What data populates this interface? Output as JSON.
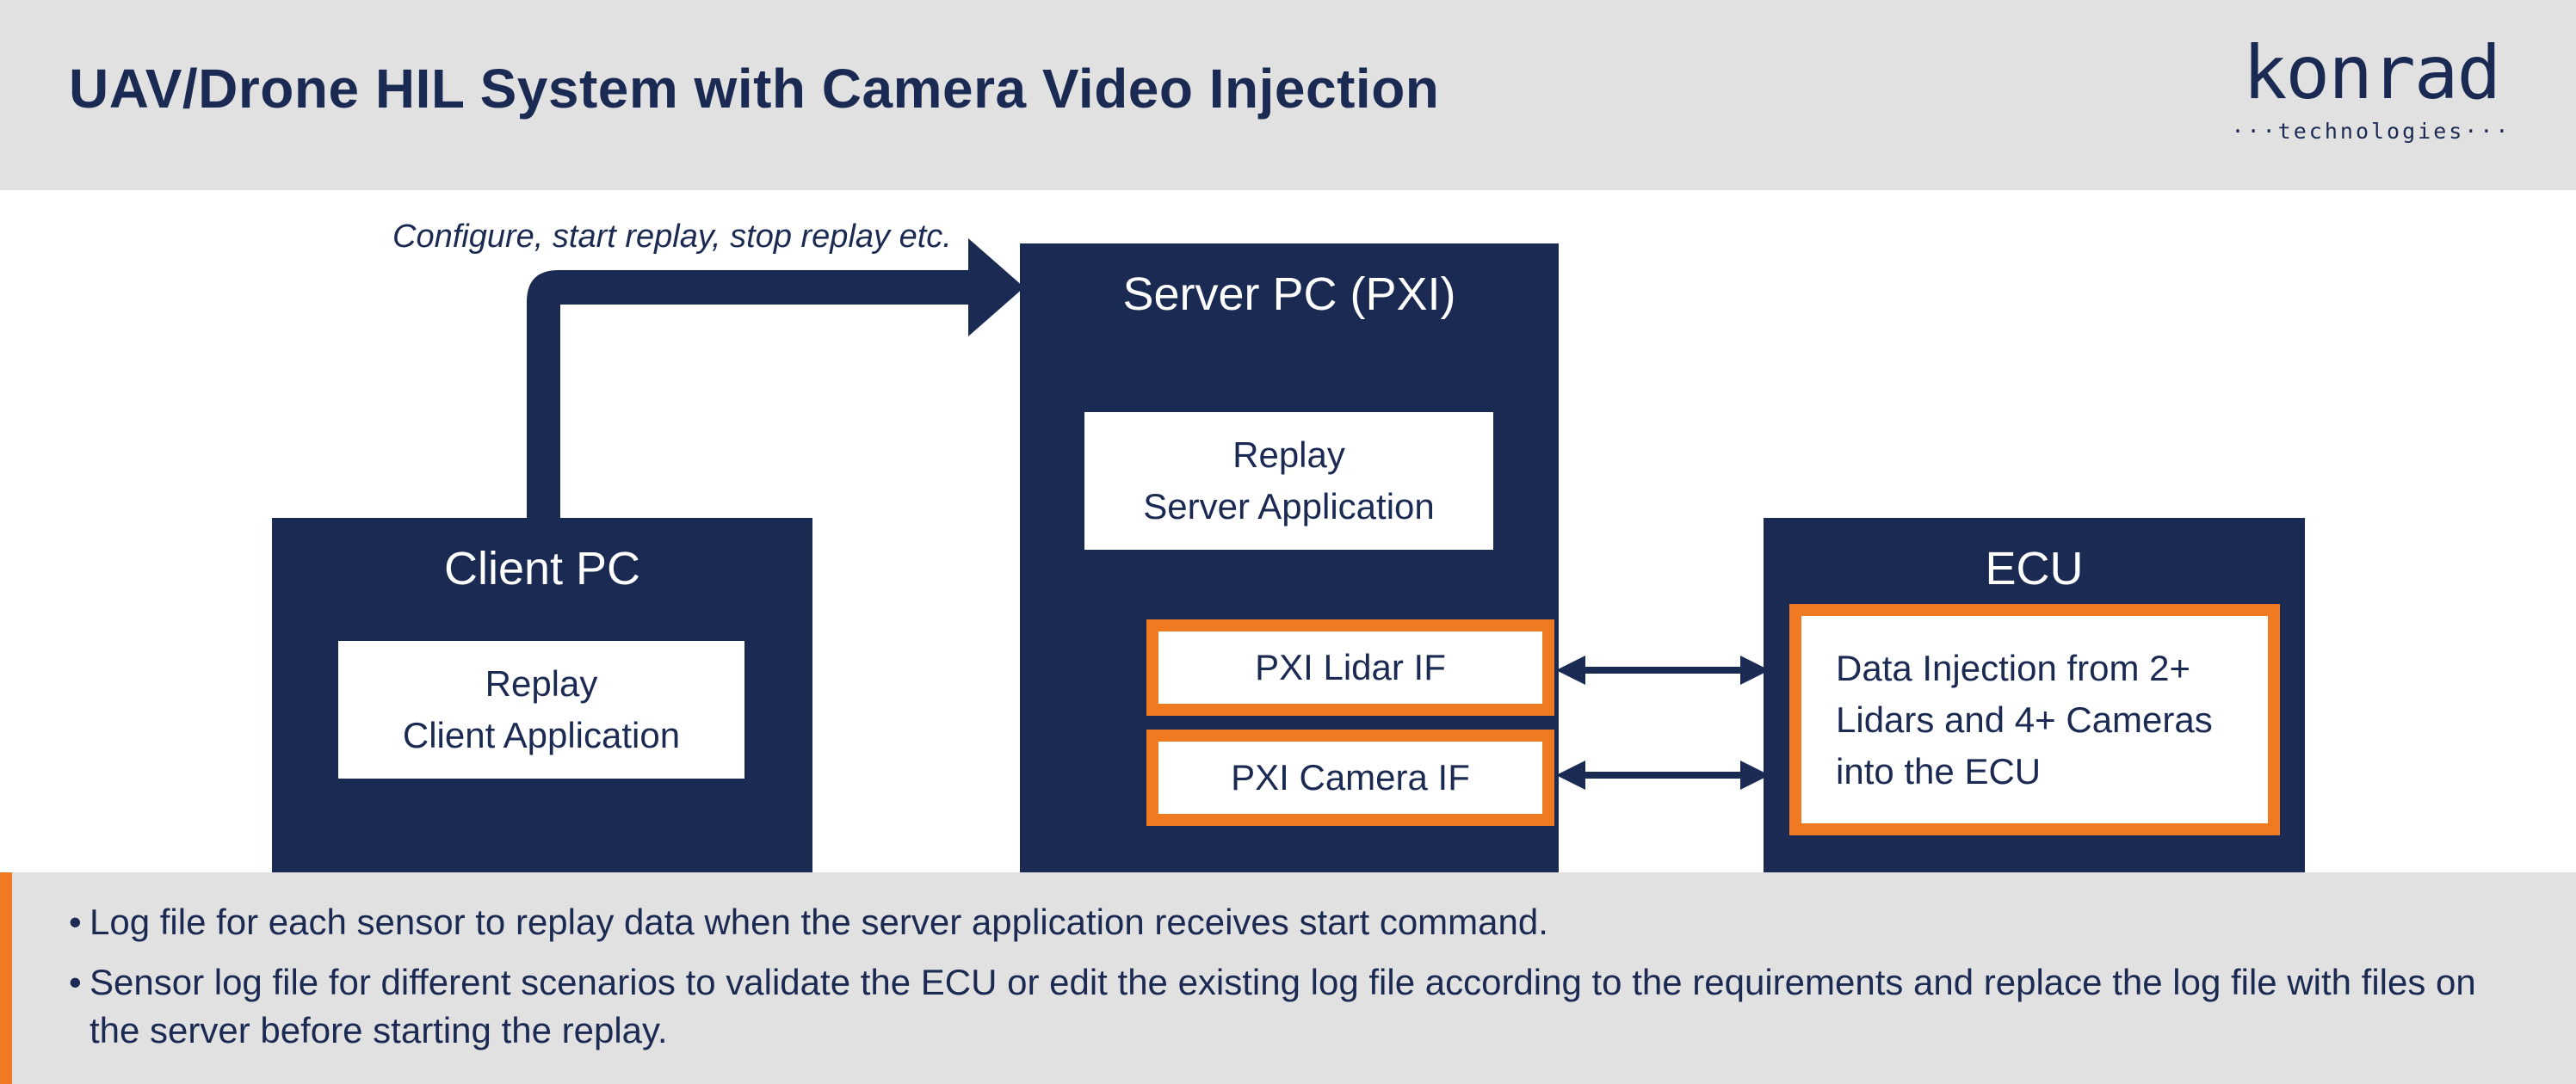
{
  "header": {
    "title": "UAV/Drone HIL System with Camera Video Injection",
    "logo_word": "konrad",
    "logo_sub": "···technologies···"
  },
  "diagram": {
    "arrow_label": "Configure, start replay, stop replay etc.",
    "client": {
      "title": "Client PC",
      "app_line1": "Replay",
      "app_line2": "Client Application"
    },
    "server": {
      "title": "Server PC (PXI)",
      "app_line1": "Replay",
      "app_line2": "Server Application",
      "lidar_if": "PXI Lidar IF",
      "camera_if": "PXI Camera IF"
    },
    "ecu": {
      "title": "ECU",
      "line1": "Data Injection from 2+",
      "line2": "Lidars and 4+ Cameras",
      "line3": "into the ECU"
    }
  },
  "footer": {
    "bullet_char": "•",
    "bullets": [
      "Log file for each sensor to replay data when the server application receives start command.",
      "Sensor log file for different scenarios to validate the ECU or edit the existing log file according to the requirements and replace the log file with files on the server before starting the replay."
    ]
  },
  "colors": {
    "navy": "#1b2a52",
    "orange": "#f07a22",
    "header_bg": "#e1e1e2",
    "white": "#ffffff"
  }
}
